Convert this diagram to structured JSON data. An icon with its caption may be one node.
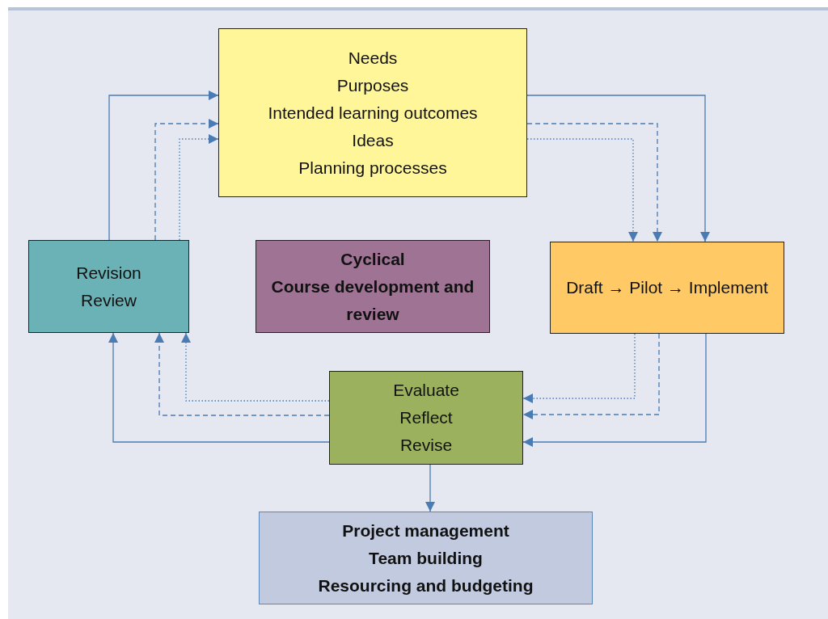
{
  "diagram": {
    "nodes": [
      {
        "text": [
          "Needs",
          "Purposes",
          "Intended learning outcomes",
          "Ideas",
          "Planning processes"
        ]
      },
      {
        "text": [
          "Revision",
          "Review"
        ]
      },
      {
        "text": [
          "Cyclical",
          "Course development and review"
        ]
      },
      {
        "text": [
          "Draft → Pilot → Implement"
        ]
      },
      {
        "text": [
          "Evaluate",
          "Reflect",
          "Revise"
        ]
      },
      {
        "text": [
          "Project management",
          "Team building",
          "Resourcing and budgeting"
        ]
      }
    ],
    "edges": [
      {
        "from": 1,
        "to": 0,
        "arrow": "to"
      },
      {
        "from": 1,
        "to": 0,
        "arrow": "to",
        "style": "dashed"
      },
      {
        "from": 1,
        "to": 0,
        "arrow": "to",
        "style": "dashed"
      },
      {
        "from": 0,
        "to": 3,
        "arrow": "to"
      },
      {
        "from": 0,
        "to": 3,
        "arrow": "to",
        "style": "dashed"
      },
      {
        "from": 0,
        "to": 3,
        "arrow": "to",
        "style": "dashed"
      },
      {
        "from": 3,
        "to": 4,
        "arrow": "to"
      },
      {
        "from": 3,
        "to": 4,
        "arrow": "to",
        "style": "dashed"
      },
      {
        "from": 3,
        "to": 4,
        "arrow": "to",
        "style": "dashed"
      },
      {
        "from": 4,
        "to": 1,
        "arrow": "to"
      },
      {
        "from": 4,
        "to": 1,
        "arrow": "to",
        "style": "dashed"
      },
      {
        "from": 4,
        "to": 1,
        "arrow": "to",
        "style": "dashed"
      },
      {
        "from": 4,
        "to": 5,
        "arrow": "to"
      }
    ]
  }
}
